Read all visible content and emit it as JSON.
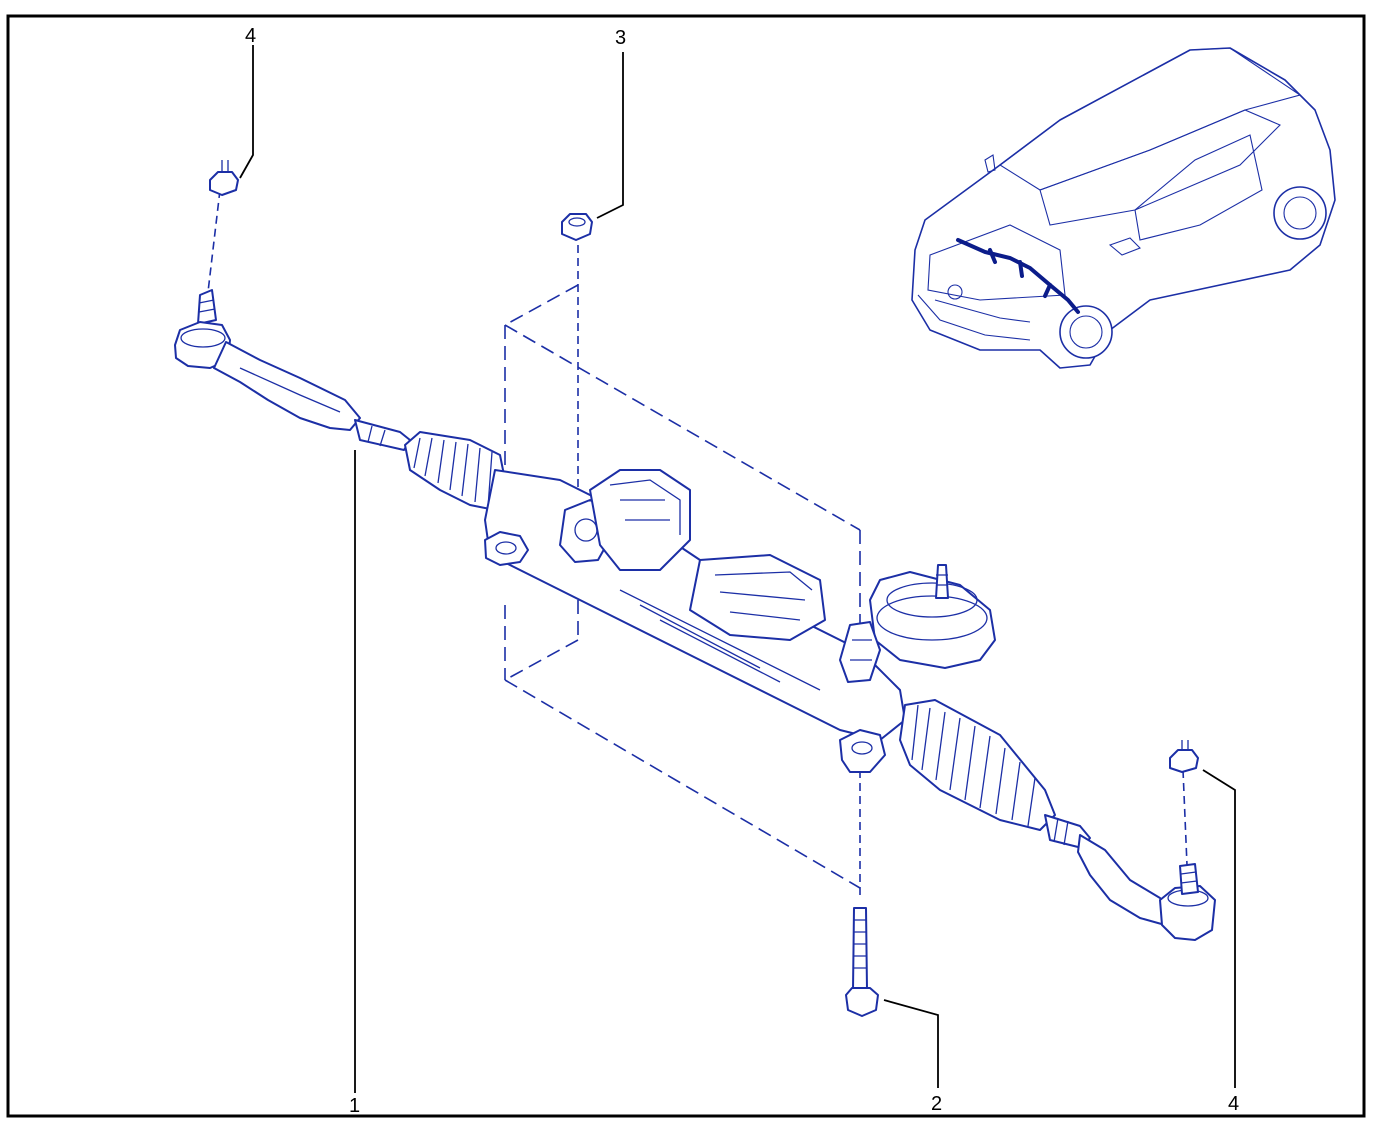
{
  "callouts": {
    "tie_rod_end_left": "4",
    "upper_nut": "3",
    "steering_rack": "1",
    "lower_bolt": "2",
    "tie_rod_end_right": "4"
  },
  "colors": {
    "line_art": "#1c2fa6",
    "frame": "#000000",
    "background": "#ffffff"
  }
}
